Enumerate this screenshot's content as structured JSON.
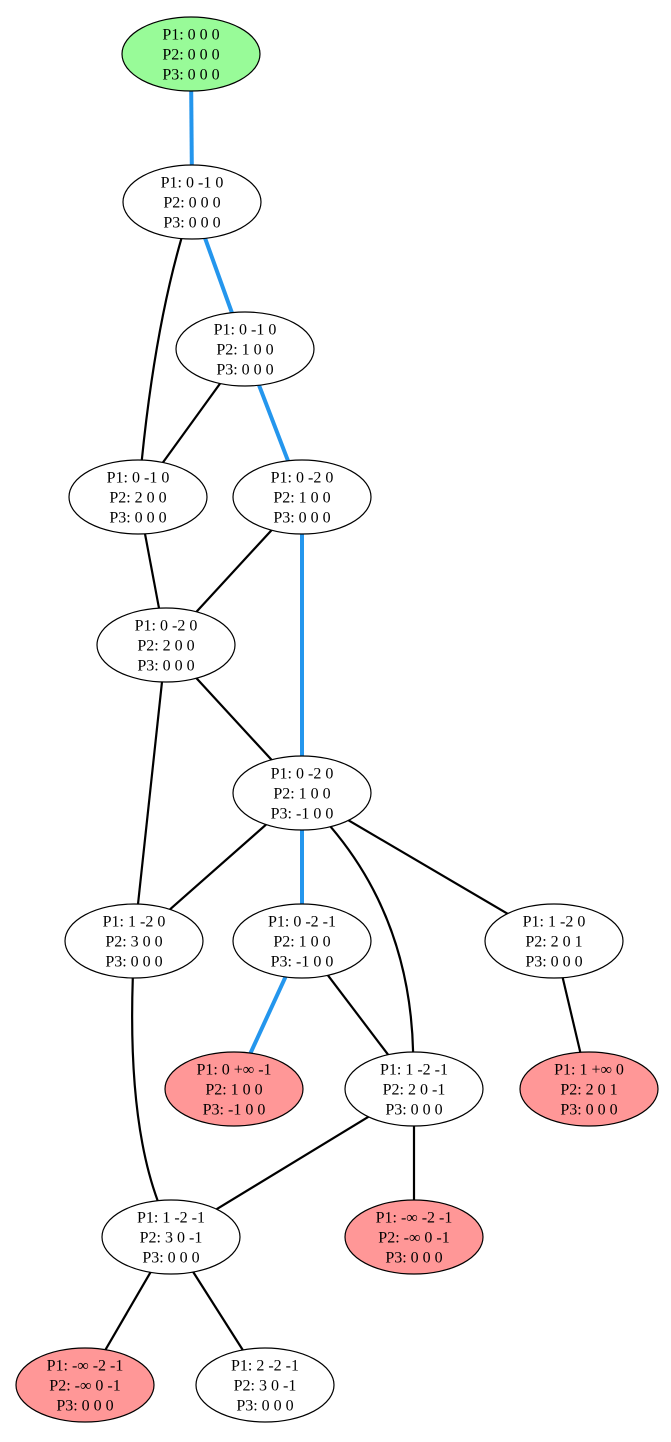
{
  "colors": {
    "root_fill": "#98fb98",
    "terminal_fill": "#ff9797",
    "node_fill": "#ffffff",
    "edge": "#000000",
    "highlight_edge": "#2496ed"
  },
  "nodes": [
    {
      "id": "n0",
      "kind": "root",
      "lines": [
        "P1: 0 0 0",
        "P2: 0 0 0",
        "P3: 0 0 0"
      ]
    },
    {
      "id": "n1",
      "kind": "normal",
      "lines": [
        "P1: 0 -1 0",
        "P2: 0 0 0",
        "P3: 0 0 0"
      ]
    },
    {
      "id": "n2",
      "kind": "normal",
      "lines": [
        "P1: 0 -1 0",
        "P2: 1 0 0",
        "P3: 0 0 0"
      ]
    },
    {
      "id": "n3",
      "kind": "normal",
      "lines": [
        "P1: 0 -1 0",
        "P2: 2 0 0",
        "P3: 0 0 0"
      ]
    },
    {
      "id": "n4",
      "kind": "normal",
      "lines": [
        "P1: 0 -2 0",
        "P2: 1 0 0",
        "P3: 0 0 0"
      ]
    },
    {
      "id": "n5",
      "kind": "normal",
      "lines": [
        "P1: 0 -2 0",
        "P2: 2 0 0",
        "P3: 0 0 0"
      ]
    },
    {
      "id": "n6",
      "kind": "normal",
      "lines": [
        "P1: 0 -2 0",
        "P2: 1 0 0",
        "P3: -1 0 0"
      ]
    },
    {
      "id": "n7",
      "kind": "normal",
      "lines": [
        "P1: 1 -2 0",
        "P2: 3 0 0",
        "P3: 0 0 0"
      ]
    },
    {
      "id": "n8",
      "kind": "normal",
      "lines": [
        "P1: 0 -2 -1",
        "P2: 1 0 0",
        "P3: -1 0 0"
      ]
    },
    {
      "id": "n9",
      "kind": "normal",
      "lines": [
        "P1: 1 -2 0",
        "P2: 2 0 1",
        "P3: 0 0 0"
      ]
    },
    {
      "id": "n10",
      "kind": "terminal",
      "lines": [
        "P1: 0 +∞ -1",
        "P2: 1 0 0",
        "P3: -1 0 0"
      ]
    },
    {
      "id": "n11",
      "kind": "normal",
      "lines": [
        "P1: 1 -2 -1",
        "P2: 2 0 -1",
        "P3: 0 0 0"
      ]
    },
    {
      "id": "n12",
      "kind": "terminal",
      "lines": [
        "P1: 1 +∞ 0",
        "P2: 2 0 1",
        "P3: 0 0 0"
      ]
    },
    {
      "id": "n13",
      "kind": "normal",
      "lines": [
        "P1: 1 -2 -1",
        "P2: 3 0 -1",
        "P3: 0 0 0"
      ]
    },
    {
      "id": "n14",
      "kind": "terminal",
      "lines": [
        "P1: -∞ -2 -1",
        "P2: -∞ 0 -1",
        "P3: 0 0 0"
      ]
    },
    {
      "id": "n15",
      "kind": "terminal",
      "lines": [
        "P1: -∞ -2 -1",
        "P2: -∞ 0 -1",
        "P3: 0 0 0"
      ]
    },
    {
      "id": "n16",
      "kind": "normal",
      "lines": [
        "P1: 2 -2 -1",
        "P2: 3 0 -1",
        "P3: 0 0 0"
      ]
    }
  ],
  "edges": [
    {
      "from": "n0",
      "to": "n1",
      "highlight": true
    },
    {
      "from": "n1",
      "to": "n2",
      "highlight": true
    },
    {
      "from": "n1",
      "to": "n3",
      "highlight": false
    },
    {
      "from": "n2",
      "to": "n3",
      "highlight": false
    },
    {
      "from": "n2",
      "to": "n4",
      "highlight": true
    },
    {
      "from": "n3",
      "to": "n5",
      "highlight": false
    },
    {
      "from": "n4",
      "to": "n5",
      "highlight": false
    },
    {
      "from": "n4",
      "to": "n6",
      "highlight": true
    },
    {
      "from": "n5",
      "to": "n6",
      "highlight": false
    },
    {
      "from": "n5",
      "to": "n7",
      "highlight": false
    },
    {
      "from": "n6",
      "to": "n7",
      "highlight": false
    },
    {
      "from": "n6",
      "to": "n8",
      "highlight": true
    },
    {
      "from": "n6",
      "to": "n9",
      "highlight": false
    },
    {
      "from": "n6",
      "to": "n11",
      "highlight": false
    },
    {
      "from": "n8",
      "to": "n10",
      "highlight": true
    },
    {
      "from": "n8",
      "to": "n11",
      "highlight": false
    },
    {
      "from": "n9",
      "to": "n12",
      "highlight": false
    },
    {
      "from": "n7",
      "to": "n13",
      "highlight": false
    },
    {
      "from": "n11",
      "to": "n13",
      "highlight": false
    },
    {
      "from": "n11",
      "to": "n14",
      "highlight": false
    },
    {
      "from": "n13",
      "to": "n15",
      "highlight": false
    },
    {
      "from": "n13",
      "to": "n16",
      "highlight": false
    }
  ]
}
